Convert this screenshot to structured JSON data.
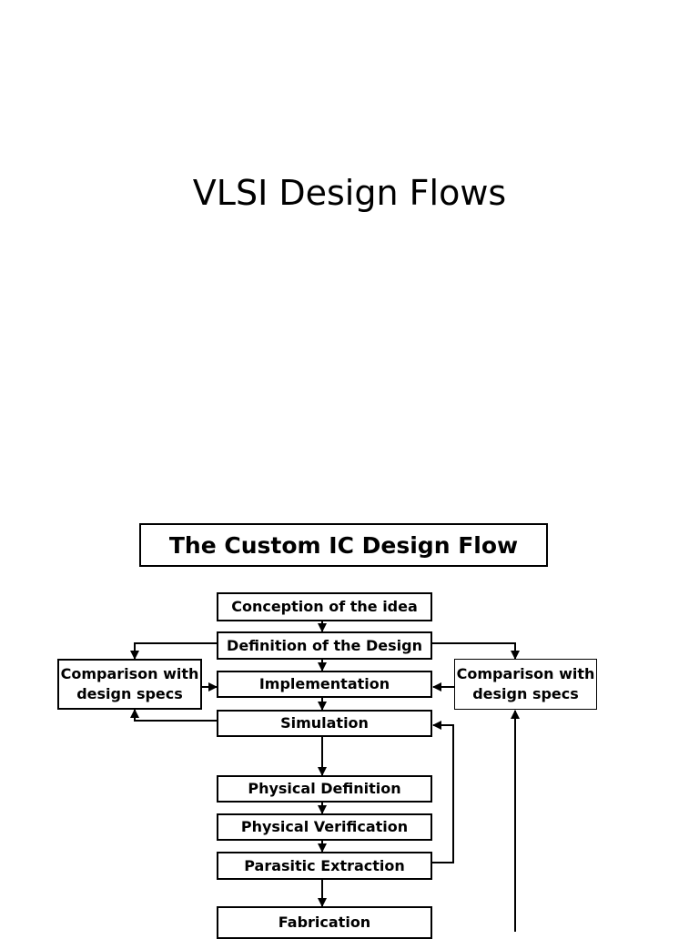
{
  "slide": {
    "title": "VLSI Design Flows"
  },
  "diagram": {
    "title": "The Custom IC Design Flow",
    "steps": {
      "conception": "Conception of the idea",
      "definition": "Definition of the Design",
      "implementation": "Implementation",
      "simulation": "Simulation",
      "physical_definition": "Physical Definition",
      "physical_verification": "Physical Verification",
      "parasitic_extraction": "Parasitic Extraction",
      "fabrication": "Fabrication"
    },
    "comparison_left": {
      "line1": "Comparison with",
      "line2": "design specs"
    },
    "comparison_right": {
      "line1": "Comparison with",
      "line2": "design specs"
    }
  }
}
